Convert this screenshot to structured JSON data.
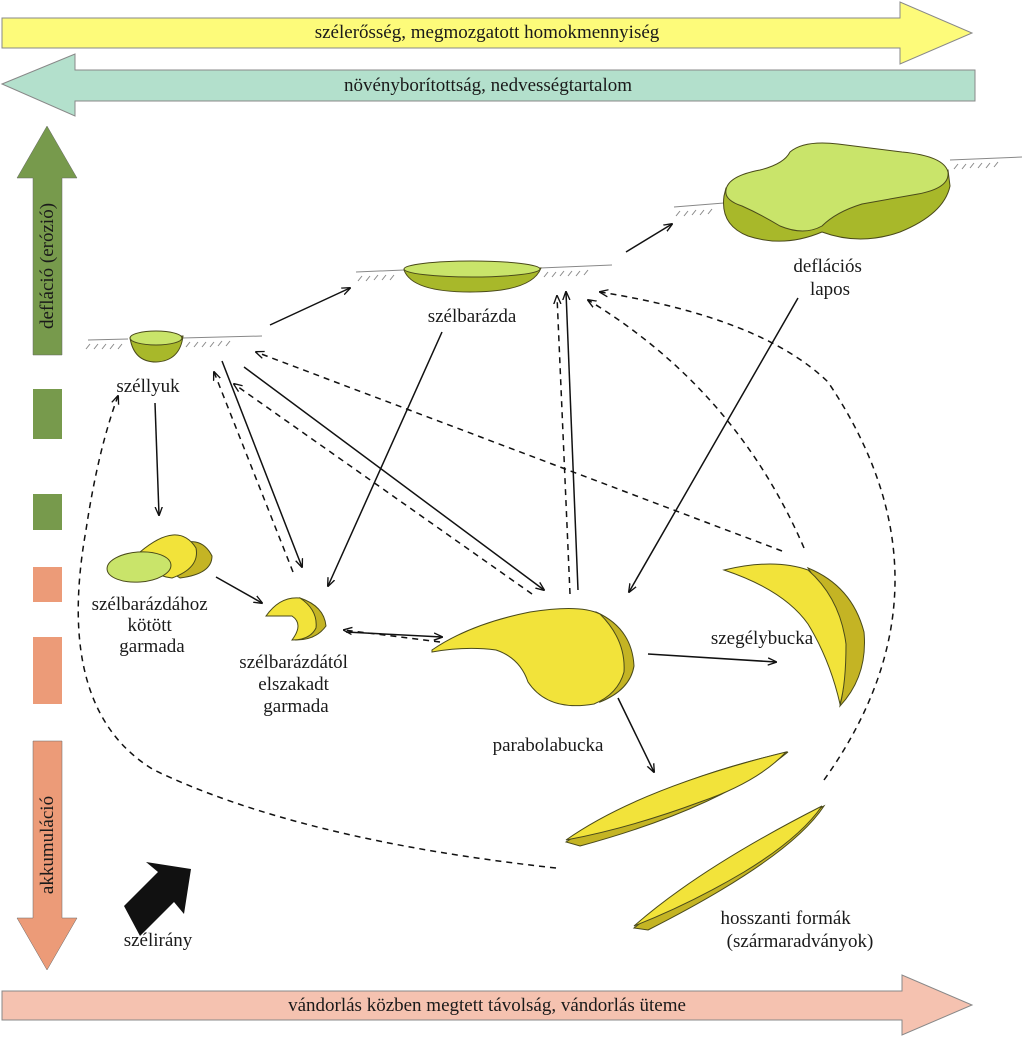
{
  "colors": {
    "top_arrow": "#fdfb7a",
    "second_arrow": "#b3e0cc",
    "bottom_arrow": "#f5c2b0",
    "deflation_arrow": "#779a4c",
    "deflation_dash": "#779a4c",
    "accumulation_dash": "#ec9b78",
    "accumulation_arrow": "#ec9b78",
    "erosion_light": "#c9e46a",
    "erosion_dark": "#a8b82a",
    "dune_light": "#f2e33a",
    "dune_dark": "#c4b424",
    "wind_arrow": "#111111"
  },
  "bands": {
    "top": "szélerősség, megmozgatott homokmennyiség",
    "second": "növényborítottság, nedvességtartalom",
    "bottom": "vándorlás közben megtett távolság, vándorlás üteme"
  },
  "side": {
    "deflation": "defláció (erózió)",
    "accumulation": "akkumuláció"
  },
  "nodes": {
    "szellyuk": "széllyuk",
    "szelbarazda": "szélbarázda",
    "deflacios_line1": "deflációs",
    "deflacios_line2": "lapos",
    "kotott_line1": "szélbarázdához",
    "kotott_line2": "kötött",
    "kotott_line3": "garmada",
    "elszakadt_line1": "szélbarázdától",
    "elszakadt_line2": "elszakadt",
    "elszakadt_line3": "garmada",
    "parabolabucka": "parabolabucka",
    "szegelybucka": "szegélybucka",
    "hosszanti_line1": "hosszanti formák",
    "hosszanti_line2": "(szármaradványok)",
    "szelirany": "szélirány"
  },
  "icons": {
    "wind_direction": "wind-direction-arrow-icon"
  }
}
